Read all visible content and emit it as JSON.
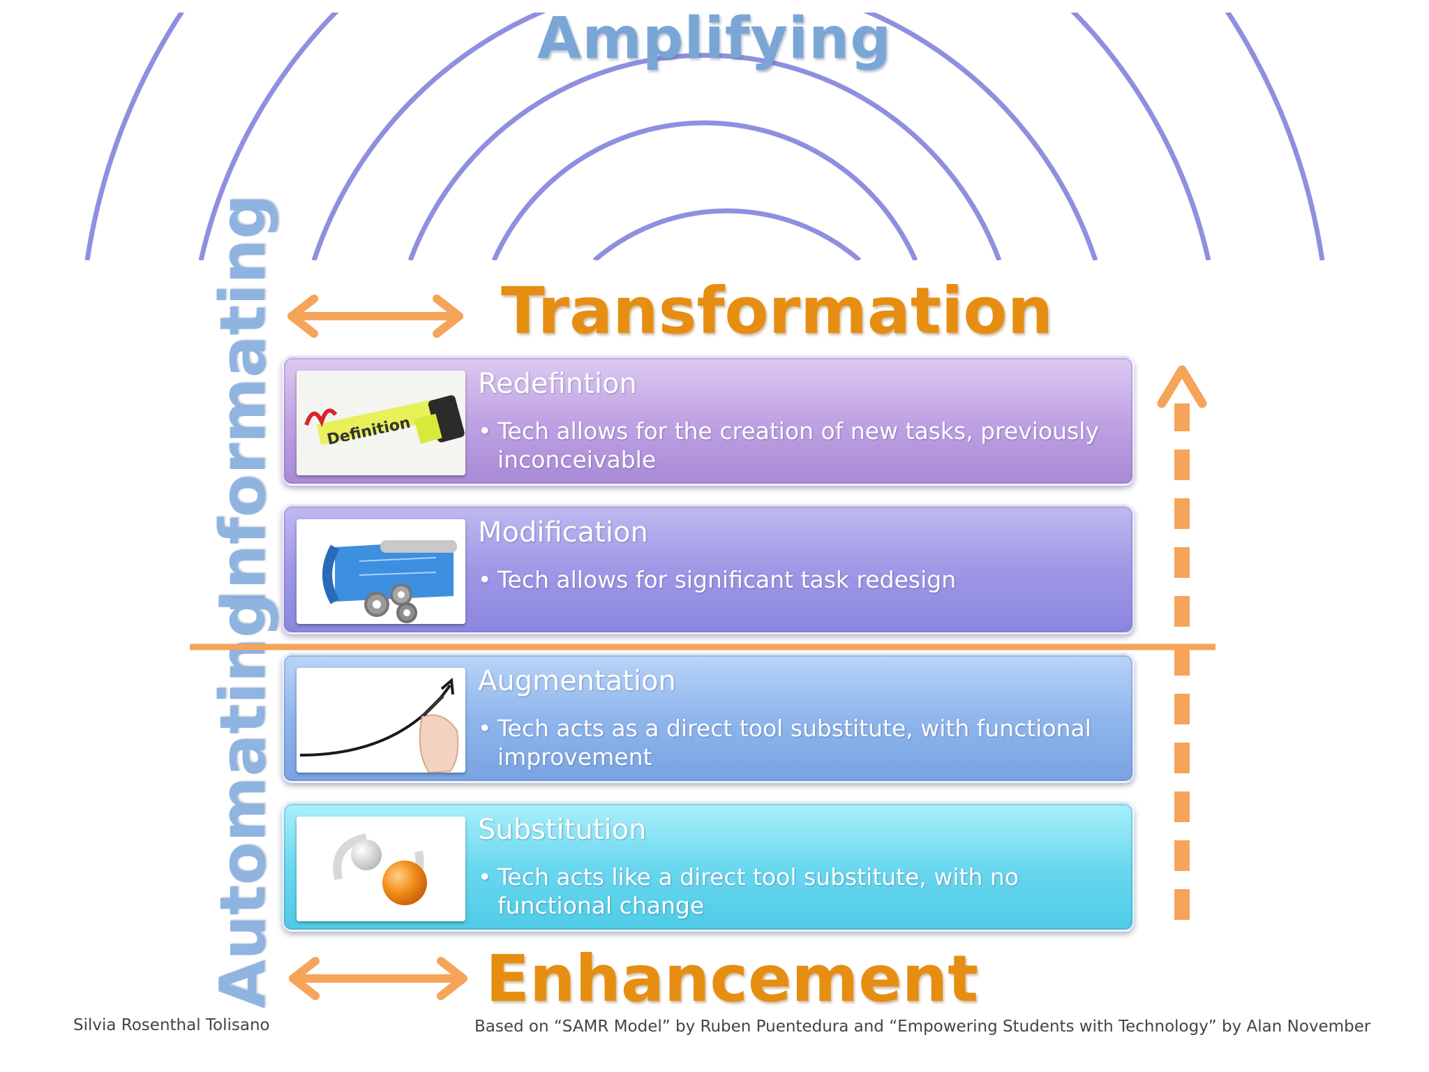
{
  "amplifying_label": "Amplifying",
  "informating_label": "Informating",
  "automating_label": "Automating",
  "transformation_label": "Transformation",
  "enhancement_label": "Enhancement",
  "levels": [
    {
      "title": "Redefintion",
      "description": "Tech allows for the creation of new tasks, previously inconceivable",
      "image": "definition-highlighter-image"
    },
    {
      "title": "Modification",
      "description": "Tech allows for significant task redesign",
      "image": "blueprint-gears-image"
    },
    {
      "title": "Augmentation",
      "description": "Tech acts as a direct tool substitute, with functional improvement",
      "image": "hand-drawing-curve-image"
    },
    {
      "title": "Substitution",
      "description": "Tech acts like a direct tool substitute, with no functional change",
      "image": "swapping-spheres-image"
    }
  ],
  "credit_author": "Silvia Rosenthal Tolisano",
  "credit_source": "Based on “SAMR Model” by Ruben Puentedura and “Empowering Students with Technology” by Alan November",
  "thumb_definition_word": "Definition",
  "colors": {
    "arc": "#8f8fe0",
    "orange": "#f5a45a",
    "heading_orange": "#e58e12",
    "side_label_blue": "#8fb4e0"
  }
}
